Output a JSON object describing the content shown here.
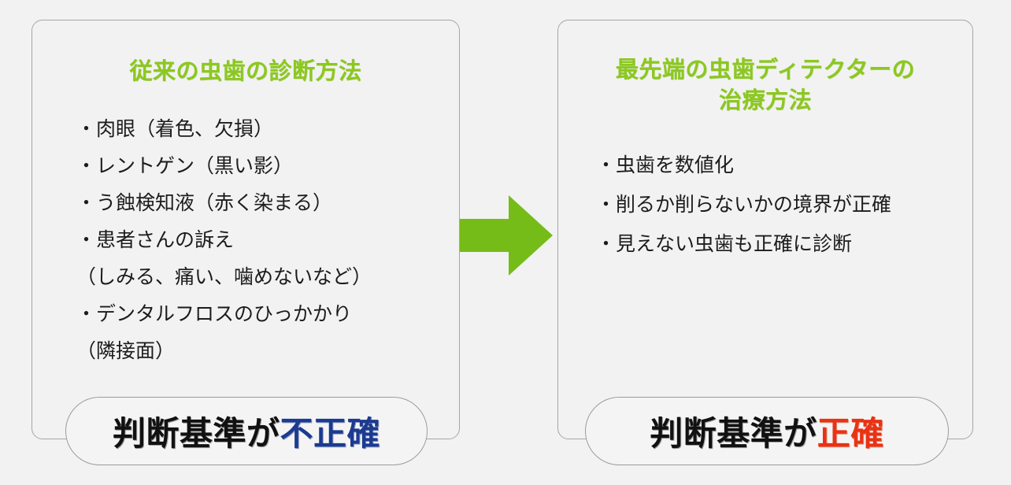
{
  "background_color": "#f2f2f2",
  "left_panel": {
    "title": "従来の虫歯の診断方法",
    "title_color": "#8cc820",
    "bullets": [
      "・肉眼（着色、欠損）",
      "・レントゲン（黒い影）",
      "・う蝕検知液（赤く染まる）",
      "・患者さんの訴え",
      "（しみる、痛い、噛めないなど）",
      "・デンタルフロスのひっかかり",
      "（隣接面）"
    ],
    "conclusion": {
      "lead": "判断基準が",
      "accent": "不正確",
      "accent_color": "#1b3a91"
    }
  },
  "right_panel": {
    "title": "最先端の虫歯ディテクターの治療方法",
    "title_line_1": "最先端の虫歯ディテクターの",
    "title_line_2": "治療方法",
    "title_color": "#8cc820",
    "bullets": [
      "・虫歯を数値化",
      "・削るか削らないかの境界が正確",
      "・見えない虫歯も正確に診断"
    ],
    "conclusion": {
      "lead": "判断基準が",
      "accent": "正確",
      "accent_color": "#ea3213"
    }
  },
  "arrow": {
    "icon": "arrow-right-icon",
    "color": "#76bc18",
    "direction": "right"
  }
}
